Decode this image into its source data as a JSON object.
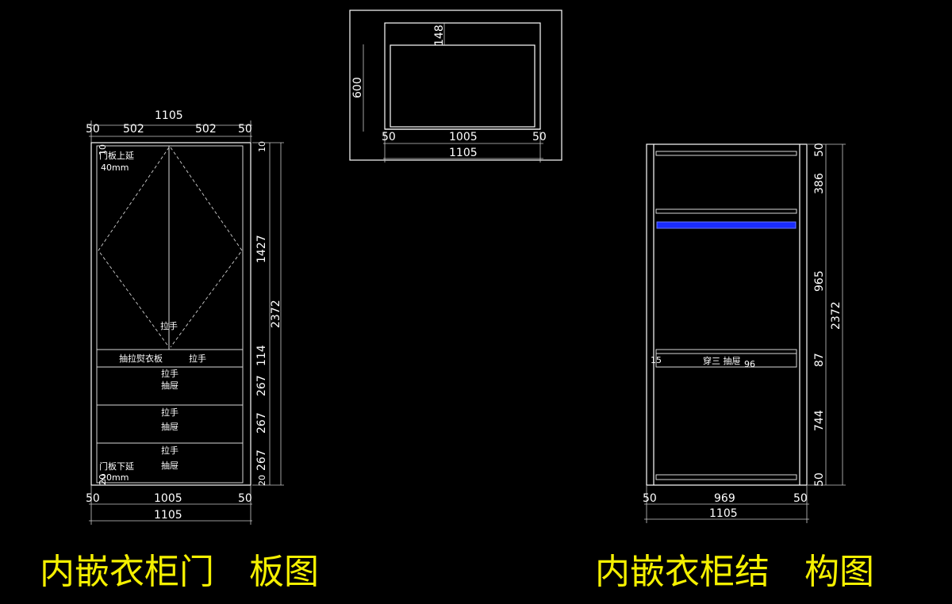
{
  "colors": {
    "background": "#000000",
    "line": "#ffffff",
    "caption": "#f5f000",
    "rod": "#1a2cff"
  },
  "top_view": {
    "dim_600": "600",
    "dim_148": "148",
    "dim_50_left": "50",
    "dim_1005": "1005",
    "dim_50_right": "50",
    "dim_1105": "1105"
  },
  "door_view": {
    "dim_top_total": "1105",
    "dim_top_50_left": "50",
    "dim_top_502_left": "502",
    "dim_top_502_right": "502",
    "dim_top_50_right": "50",
    "dim_10_left": "10",
    "dim_10_right": "10",
    "dim_1427": "1427",
    "dim_2372": "2372",
    "dim_114": "114",
    "dim_267_a": "267",
    "dim_267_b": "267",
    "dim_267_c": "267",
    "dim_20_left": "20",
    "dim_20_right": "20",
    "dim_bottom_50_left": "50",
    "dim_bottom_1005": "1005",
    "dim_bottom_50_right": "50",
    "dim_bottom_total": "1105",
    "note_top": "门板上延",
    "note_top_size": "40mm",
    "handle_main": "拉手",
    "pull_board": "抽拉熨衣板",
    "handle_pull": "拉手",
    "drawer1_handle": "拉手",
    "drawer1": "抽屉",
    "drawer2_handle": "拉手",
    "drawer2": "抽屉",
    "drawer3_handle": "拉手",
    "drawer3": "抽屉",
    "note_bottom": "门板下延",
    "note_bottom_size": "20mm"
  },
  "structure_view": {
    "dim_50_top": "50",
    "dim_386": "386",
    "dim_965": "965",
    "dim_2372": "2372",
    "dim_87": "87",
    "dim_744": "744",
    "dim_50_bottom": "50",
    "dim_bottom_50_left": "50",
    "dim_969": "969",
    "dim_bottom_50_right": "50",
    "dim_bottom_total": "1105",
    "mid_label": "穿三 抽屉",
    "mid_small_1": "15",
    "mid_small_2": "96"
  },
  "captions": {
    "left": "内嵌衣柜门　板图",
    "right": "内嵌衣柜结　构图"
  }
}
